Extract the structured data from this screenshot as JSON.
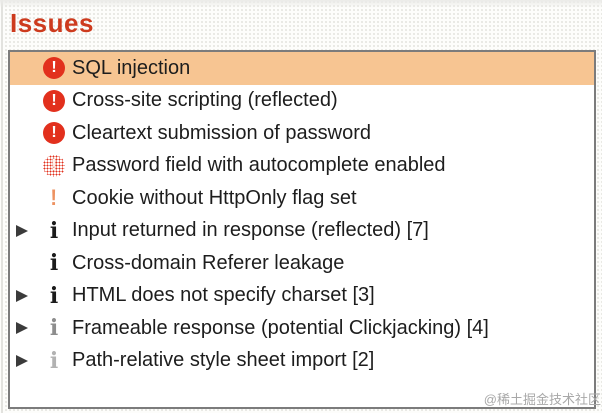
{
  "header": {
    "title": "Issues"
  },
  "watermark": "@稀土掘金技术社区",
  "colors": {
    "title-color": "#cd3b1e",
    "selected-bg": "#f7c592",
    "severity-red": "#e2301d",
    "severity-orange": "#ea7f46",
    "panel-border": "#7c7c7c",
    "text-color": "#1d1d1d"
  },
  "icon_glyphs": {
    "severity-high": "!",
    "severity-high-faded": "!",
    "severity-low": "!",
    "info": "i",
    "info-faded": "i",
    "info-faint": "i"
  },
  "issues": {
    "items": [
      {
        "label": "SQL injection",
        "icon": "severity-high",
        "expandable": false,
        "selected": true
      },
      {
        "label": "Cross-site scripting (reflected)",
        "icon": "severity-high",
        "expandable": false,
        "selected": false
      },
      {
        "label": "Cleartext submission of password",
        "icon": "severity-high",
        "expandable": false,
        "selected": false
      },
      {
        "label": "Password field with autocomplete enabled",
        "icon": "severity-high-faded",
        "expandable": false,
        "selected": false
      },
      {
        "label": "Cookie without HttpOnly flag set",
        "icon": "severity-low",
        "expandable": false,
        "selected": false
      },
      {
        "label": "Input returned in response (reflected) [7]",
        "icon": "info",
        "expandable": true,
        "selected": false
      },
      {
        "label": "Cross-domain Referer leakage",
        "icon": "info",
        "expandable": false,
        "selected": false
      },
      {
        "label": "HTML does not specify charset [3]",
        "icon": "info",
        "expandable": true,
        "selected": false
      },
      {
        "label": "Frameable response (potential Clickjacking) [4]",
        "icon": "info-faded",
        "expandable": true,
        "selected": false
      },
      {
        "label": "Path-relative style sheet import [2]",
        "icon": "info-faint",
        "expandable": true,
        "selected": false
      }
    ]
  }
}
